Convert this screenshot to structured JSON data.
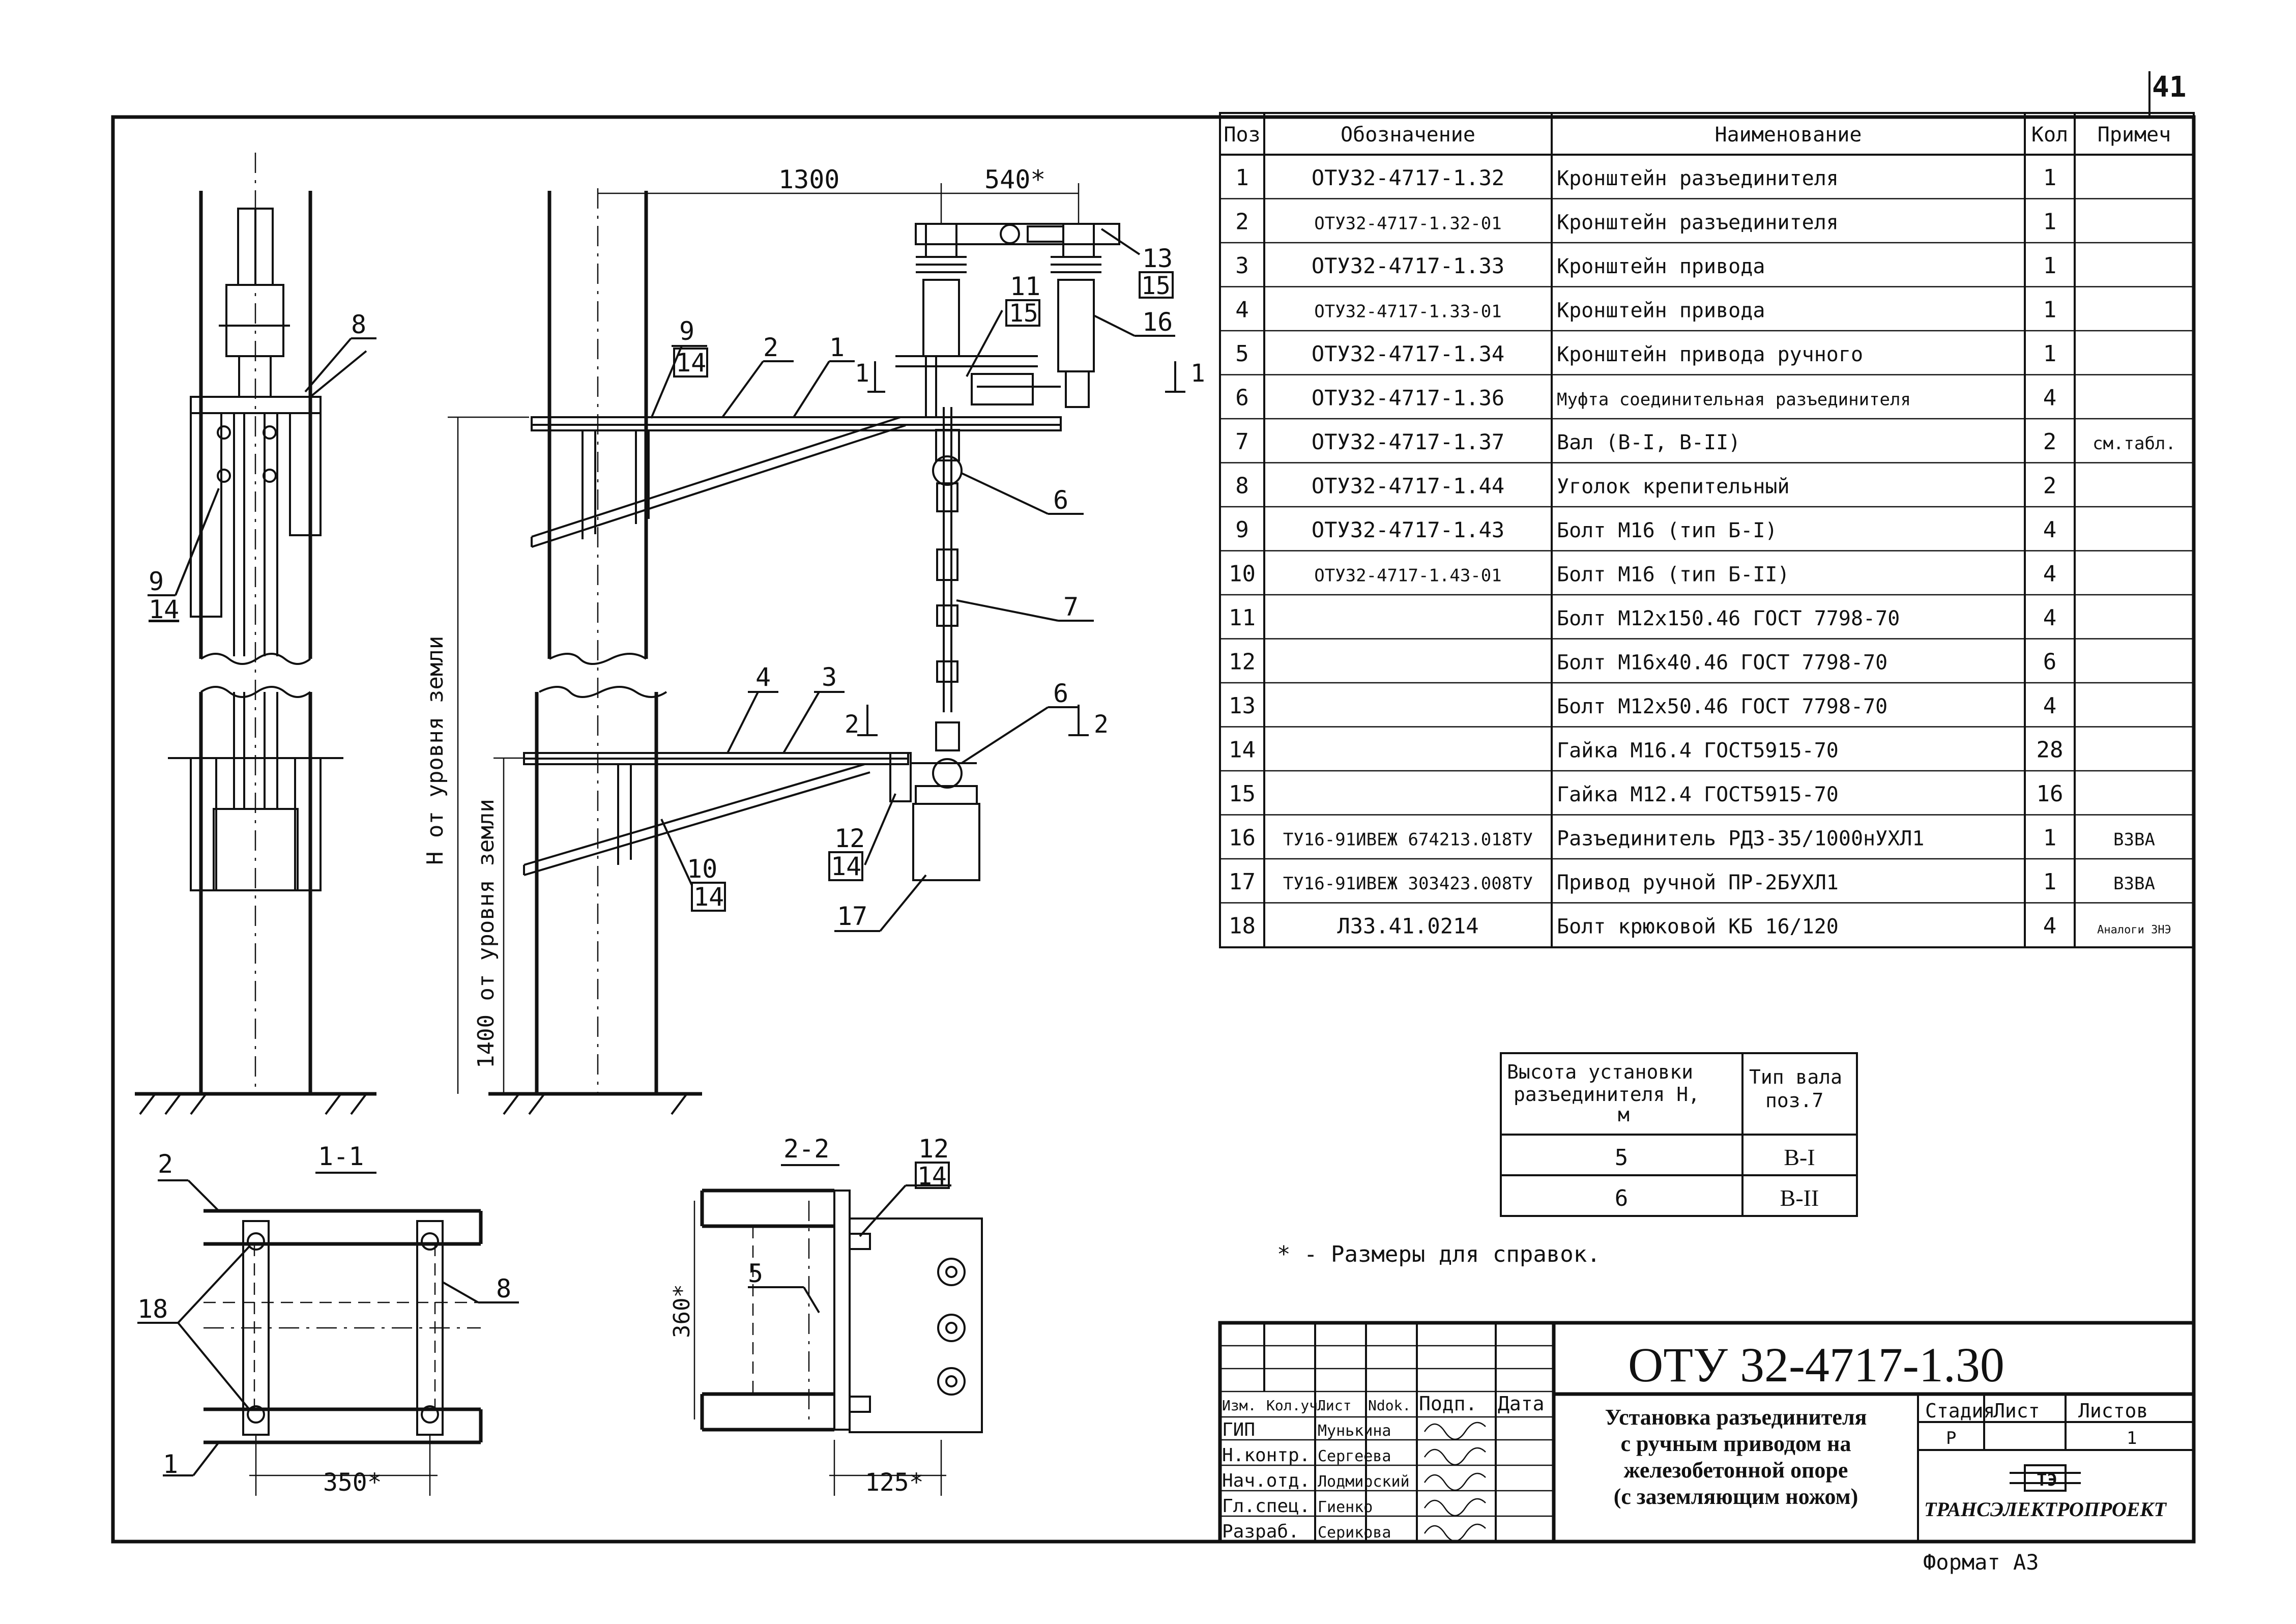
{
  "sheet_number": "41",
  "spec_table": {
    "headers": [
      "Поз",
      "Обозначение",
      "Наименование",
      "Кол",
      "Примеч"
    ],
    "rows": [
      [
        "1",
        "ОТУ32-4717-1.32",
        "Кронштейн разъединителя",
        "1",
        ""
      ],
      [
        "2",
        "ОТУ32-4717-1.32-01",
        "Кронштейн разъединителя",
        "1",
        ""
      ],
      [
        "3",
        "ОТУ32-4717-1.33",
        "Кронштейн привода",
        "1",
        ""
      ],
      [
        "4",
        "ОТУ32-4717-1.33-01",
        "Кронштейн привода",
        "1",
        ""
      ],
      [
        "5",
        "ОТУ32-4717-1.34",
        "Кронштейн привода ручного",
        "1",
        ""
      ],
      [
        "6",
        "ОТУ32-4717-1.36",
        "Муфта соединительная разъединителя",
        "4",
        ""
      ],
      [
        "7",
        "ОТУ32-4717-1.37",
        "Вал (В-I, В-II)",
        "2",
        "см.табл."
      ],
      [
        "8",
        "ОТУ32-4717-1.44",
        "Уголок крепительный",
        "2",
        ""
      ],
      [
        "9",
        "ОТУ32-4717-1.43",
        "Болт М16 (тип Б-I)",
        "4",
        ""
      ],
      [
        "10",
        "ОТУ32-4717-1.43-01",
        "Болт М16 (тип Б-II)",
        "4",
        ""
      ],
      [
        "11",
        "",
        "Болт М12x150.46 ГОСТ 7798-70",
        "4",
        ""
      ],
      [
        "12",
        "",
        "Болт М16x40.46 ГОСТ 7798-70",
        "6",
        ""
      ],
      [
        "13",
        "",
        "Болт М12x50.46 ГОСТ 7798-70",
        "4",
        ""
      ],
      [
        "14",
        "",
        "Гайка М16.4 ГОСТ5915-70",
        "28",
        ""
      ],
      [
        "15",
        "",
        "Гайка М12.4 ГОСТ5915-70",
        "16",
        ""
      ],
      [
        "16",
        "ТУ16-91ИВЕЖ 674213.018ТУ",
        "Разъединитель РДЗ-35/1000нУХЛ1",
        "1",
        "ВЗВА"
      ],
      [
        "17",
        "ТУ16-91ИВЕЖ 303423.008ТУ",
        "Привод ручной ПР-2БУХЛ1",
        "1",
        "ВЗВА"
      ],
      [
        "18",
        "ЛЗЗ.41.0214",
        "Болт крюковой КБ 16/120",
        "4",
        "Аналоги ЗНЭ"
      ]
    ]
  },
  "shaft_table": {
    "header_col1": "Высота установки разъединителя H, м",
    "header_col2": "Тип вала поз.7",
    "rows": [
      [
        "5",
        "В-I"
      ],
      [
        "6",
        "В-II"
      ]
    ]
  },
  "footnote": "* - Размеры для справок.",
  "title_block": {
    "code": "ОТУ 32-4717-1.30",
    "title_lines": [
      "Установка разъединителя",
      "с ручным приводом на",
      "железобетонной опоре",
      "(с заземляющим ножом)"
    ],
    "col_headers": [
      "Изм.",
      "Кол.уч.",
      "Лист",
      "Ndok.",
      "Подп.",
      "Дата"
    ],
    "roles": [
      {
        "role": "ГИП",
        "name": "Мунькина"
      },
      {
        "role": "Н.контр.",
        "name": "Сергеева"
      },
      {
        "role": "Нач.отд.",
        "name": "Лодмирский"
      },
      {
        "role": "Гл.спец.",
        "name": "Гиенко"
      },
      {
        "role": "Разраб.",
        "name": "Серикова"
      }
    ],
    "stage_header": "Стадия",
    "sheet_header": "Лист",
    "sheets_header": "Листов",
    "stage": "Р",
    "sheets": "1",
    "org": "ТРАНСЭЛЕКТРОПРОЕКТ",
    "format": "Формат А3"
  },
  "drawing": {
    "dims": {
      "d1300": "1300",
      "d540": "540*",
      "d1400": "1400 от уровня земли",
      "dH": "H от уровня земли",
      "d350": "350*",
      "d125": "125*",
      "d360": "360*"
    },
    "section_1": "1-1",
    "section_2": "2-2",
    "cut_marks": {
      "c1": "1",
      "c2": "2"
    },
    "callouts": {
      "p1": "1",
      "p2": "2",
      "p3": "3",
      "p4": "4",
      "p5": "5",
      "p6": "6",
      "p7": "7",
      "p8": "8",
      "p9": "9",
      "p10": "10",
      "p11": "11",
      "p12": "12",
      "p13": "13",
      "p14": "14",
      "p15": "15",
      "p16": "16",
      "p17": "17",
      "p18": "18"
    }
  }
}
